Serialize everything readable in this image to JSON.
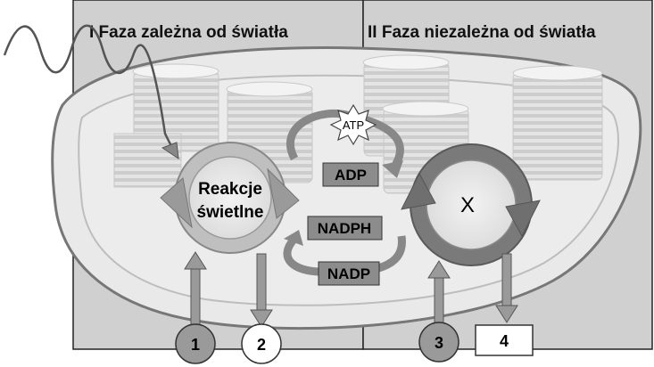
{
  "phases": {
    "phase_1_title": "I Faza zależna od światła",
    "phase_2_title": "II Faza niezależna od światła"
  },
  "cycle_light": {
    "line1": "Reakcje",
    "line2": "świetlne"
  },
  "cycle_dark": {
    "label": "X"
  },
  "molecules": {
    "atp": "ATP",
    "adp": "ADP",
    "nadph": "NADPH",
    "nadp": "NADP"
  },
  "markers": [
    "1",
    "2",
    "3",
    "4"
  ],
  "colors": {
    "background_panel": "#d0d0d0",
    "chloroplast": "#e9e9e9",
    "label_box": "#8c8c8c",
    "arrow": "#9a9a9a",
    "dark_ring": "#7a7a7a"
  }
}
